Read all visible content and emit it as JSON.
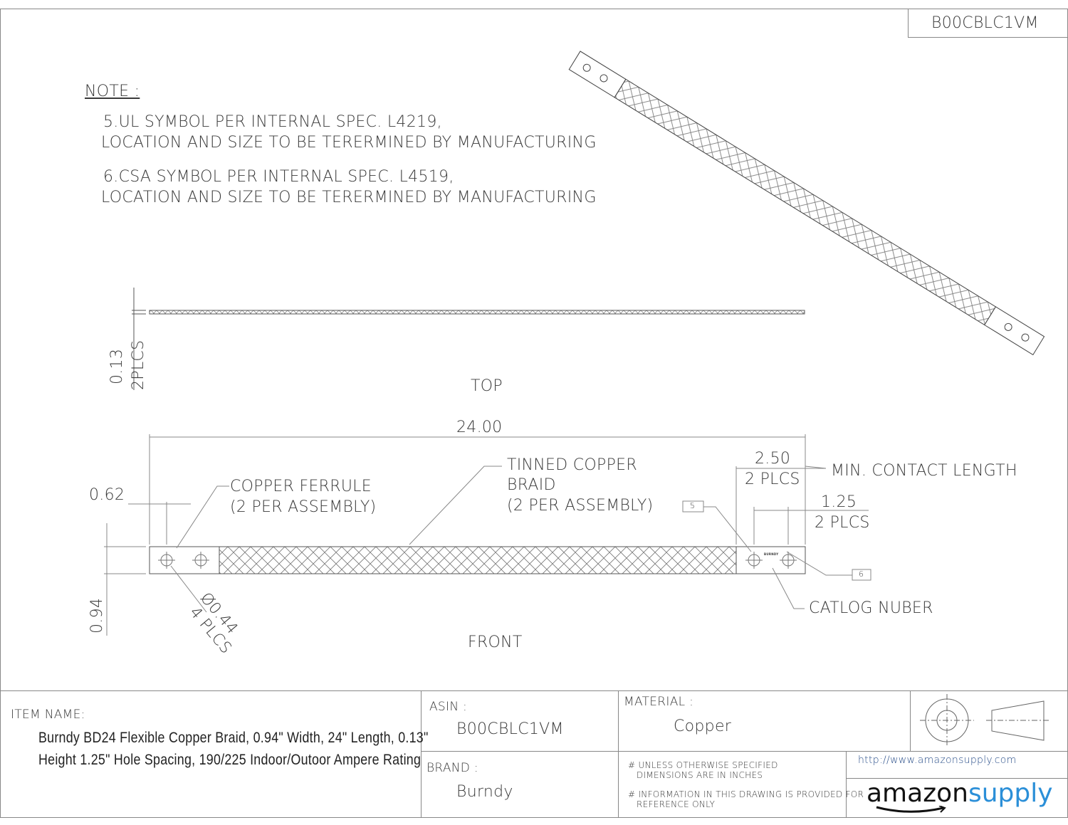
{
  "part_number_box": "B00CBLC1VM",
  "notes": {
    "heading": "NOTE :",
    "note5_line1": "5.UL SYMBOL PER INTERNAL SPEC. L4219,",
    "note5_line2": "LOCATION AND SIZE TO BE TERERMINED BY MANUFACTURING",
    "note6_line1": "6.CSA SYMBOL PER INTERNAL SPEC. L4519,",
    "note6_line2": "LOCATION AND SIZE TO BE TERERMINED BY MANUFACTURING"
  },
  "top_view": {
    "label": "TOP",
    "thickness_dim": "0.13",
    "thickness_qty": "2PLCS"
  },
  "front_view": {
    "label": "FRONT",
    "length_dim": "24.00",
    "edge_dim": "0.62",
    "width_dim": "0.94",
    "hole_dim": "Ø0.44",
    "hole_qty": "4 PLCS",
    "ferrule_label_1": "COPPER FERRULE",
    "ferrule_label_2": "(2 PER ASSEMBLY)",
    "braid_label_1": "TINNED COPPER",
    "braid_label_2": "BRAID",
    "braid_label_3": "(2 PER ASSEMBLY)",
    "contact_dim": "2.50",
    "contact_qty": "2 PLCS",
    "contact_label": "MIN. CONTACT LENGTH",
    "spacing_dim": "1.25",
    "spacing_qty": "2 PLCS",
    "balloon_5": "5",
    "balloon_6": "6",
    "catalog_label": "CATLOG NUBER",
    "ferrule_mark": "BURNDY"
  },
  "title_block": {
    "item_name_label": "ITEM NAME:",
    "item_name_line1": "Burndy BD24 Flexible Copper Braid, 0.94\" Width, 24\" Length, 0.13\"",
    "item_name_line2": "Height 1.25\" Hole Spacing, 190/225 Indoor/Outoor Ampere Rating",
    "asin_label": "ASIN :",
    "asin_value": "B00CBLC1VM",
    "material_label": "MATERIAL :",
    "material_value": "Copper",
    "brand_label": "BRAND :",
    "brand_value": "Burndy",
    "note_units_1": "# UNLESS OTHERWISE SPECIFIED",
    "note_units_2": "DIMENSIONS ARE IN INCHES",
    "note_ref_1": "# INFORMATION IN THIS DRAWING IS PROVIDED FOR",
    "note_ref_2": "REFERENCE ONLY",
    "url": "http://www.amazonsupply.com",
    "logo_part1": "amazon",
    "logo_part2": "supply",
    "logo_color": "#2b8fd8"
  }
}
